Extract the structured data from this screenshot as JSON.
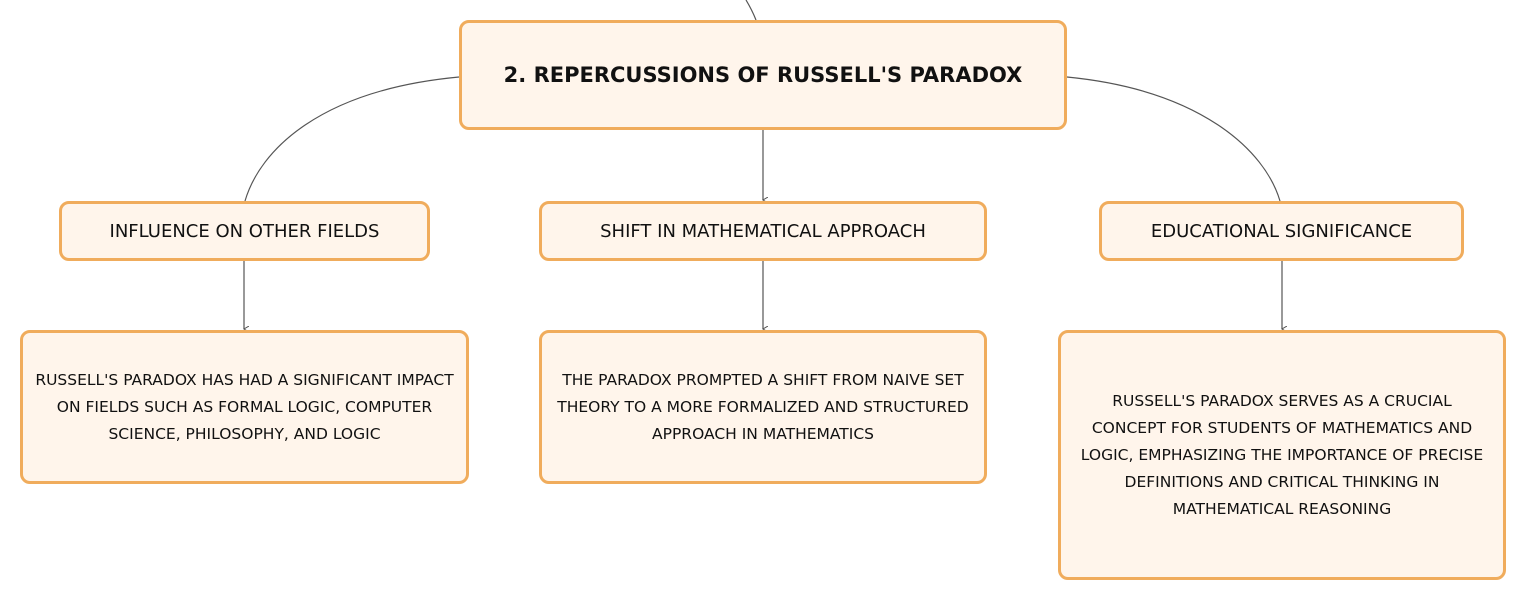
{
  "root": {
    "title": "2. REPERCUSSIONS OF RUSSELL'S PARADOX"
  },
  "branches": [
    {
      "label": "INFLUENCE ON OTHER FIELDS",
      "detail": "RUSSELL'S PARADOX HAS HAD A SIGNIFICANT IMPACT ON FIELDS SUCH AS FORMAL LOGIC, COMPUTER SCIENCE, PHILOSOPHY, AND LOGIC"
    },
    {
      "label": "SHIFT IN MATHEMATICAL APPROACH",
      "detail": "THE PARADOX PROMPTED A SHIFT FROM NAIVE SET THEORY TO A MORE FORMALIZED AND STRUCTURED APPROACH IN MATHEMATICS"
    },
    {
      "label": "EDUCATIONAL SIGNIFICANCE",
      "detail": "RUSSELL'S PARADOX SERVES AS A CRUCIAL CONCEPT FOR STUDENTS OF MATHEMATICS AND LOGIC, EMPHASIZING THE IMPORTANCE OF PRECISE DEFINITIONS AND CRITICAL THINKING IN MATHEMATICAL REASONING"
    }
  ],
  "colors": {
    "node_fill": "#fff5eb",
    "node_border": "#f0ac5c",
    "connector": "#555555",
    "text": "#111111"
  }
}
